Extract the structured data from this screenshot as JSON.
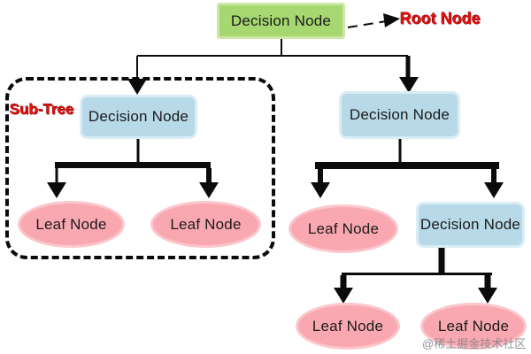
{
  "diagram": {
    "root": {
      "label": "Decision Node"
    },
    "annotations": {
      "root_pointer": "Root Node",
      "subtree": "Sub-Tree"
    },
    "left_subtree": {
      "decision": "Decision Node",
      "leaves": [
        "Leaf Node",
        "Leaf Node"
      ]
    },
    "right_subtree": {
      "decision": "Decision Node",
      "leaf": "Leaf Node",
      "inner_decision": "Decision Node",
      "inner_leaves": [
        "Leaf Node",
        "Leaf Node"
      ]
    },
    "watermark": "@稀土掘金技术社区",
    "colors": {
      "root_fill": "#a6d771",
      "root_border": "#cde8a6",
      "decision_fill": "#b7d9e8",
      "decision_border": "#d9edf4",
      "leaf_fill": "#f9a8b1",
      "leaf_border": "#fbc7cc",
      "annotation_text": "#e01111",
      "connector": "#0b0b0b",
      "watermark_text": "#7d8288"
    }
  }
}
